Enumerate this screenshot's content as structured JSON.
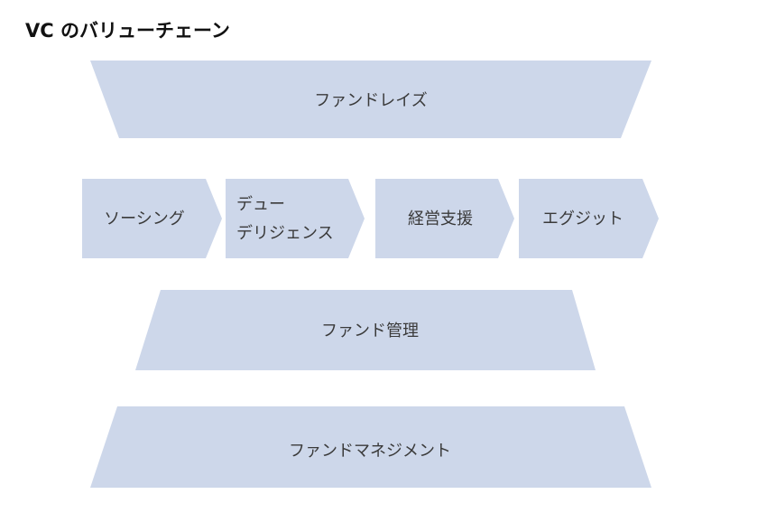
{
  "title": "VC のバリューチェーン",
  "fill_color": "#cdd7ea",
  "rows": {
    "fundraise": "ファンドレイズ",
    "steps": [
      "ソーシング",
      "デュー",
      "デリジェンス",
      "経営支援",
      "エグジット"
    ],
    "fund_admin": "ファンド管理",
    "fund_management": "ファンドマネジメント"
  }
}
